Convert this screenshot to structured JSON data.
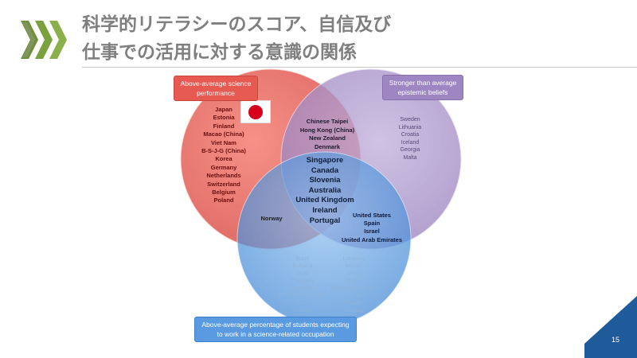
{
  "title": {
    "line1": "科学的リテラシーのスコア、自信及び",
    "line2": "仕事での活用に対する意識の関係"
  },
  "logo_icon": "chevron-arrows-icon",
  "colors": {
    "red": "#e8514a",
    "purple": "#a68fc6",
    "blue": "#4e8fd6",
    "navy": "#1f5a9a"
  },
  "callouts": {
    "science": [
      "Above-average science",
      "performance"
    ],
    "beliefs": [
      "Stronger than average",
      "epistemic beliefs"
    ],
    "occupation": [
      "Above-average percentage of students expecting",
      "to work in a science-related occupation"
    ]
  },
  "regions": {
    "science_only": [
      "Japan",
      "Estonia",
      "Finland",
      "Macao (China)",
      "Viet Nam",
      "B-S-J-G (China)",
      "Korea",
      "Germany",
      "Netherlands",
      "Switzerland",
      "Belgium",
      "Poland"
    ],
    "science_beliefs": [
      "Chinese Taipei",
      "Hong Kong (China)",
      "New Zealand",
      "Denmark"
    ],
    "beliefs_only": [
      "Sweden",
      "Lithuania",
      "Croatia",
      "Iceland",
      "Georgia",
      "Malta"
    ],
    "all_three": [
      "Singapore",
      "Canada",
      "Slovenia",
      "Australia",
      "United Kingdom",
      "Ireland",
      "Portugal"
    ],
    "science_occupation": [
      "Norway"
    ],
    "beliefs_occupation": [
      "United States",
      "Spain",
      "Israel",
      "United Arab Emirates"
    ],
    "occupation_only_left": [
      "Brazil",
      "Bulgaria",
      "Chile",
      "Colombia",
      "Costa Rica",
      "Dominican Republic",
      "Jordan",
      "Kosovo"
    ],
    "occupation_only_right": [
      "Lebanon",
      "Mexico",
      "Peru",
      "Qatar",
      "Trinidad and Tobago",
      "Tunisia",
      "Turkey",
      "Uruguay"
    ]
  },
  "flag_icon": "japan-flag-icon",
  "page_number": "15"
}
